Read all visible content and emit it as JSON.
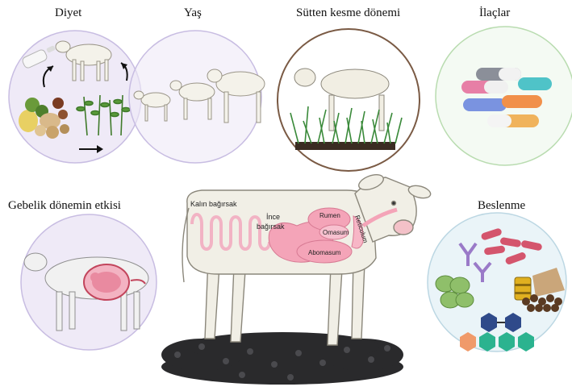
{
  "panels": {
    "diyet": {
      "title": "Diyet"
    },
    "yas": {
      "title": "Yaş"
    },
    "sutten_kesme": {
      "title": "Sütten kesme dönemi"
    },
    "ilaclar": {
      "title": "İlaçlar"
    },
    "gebelik": {
      "title": "Gebelik dönemin etkisi"
    },
    "beslenme": {
      "title": "Beslenme"
    }
  },
  "organs": {
    "kalin_bagirsak": "Kalın bağırsak",
    "ince_line1": "İnce",
    "ince_line2": "bağırsak",
    "rumen": "Rumen",
    "omasum": "Omasum",
    "reticulum": "Reticulum",
    "abomasum": "Abomasum"
  },
  "colors": {
    "circle_purple_fill": "#efeaf7",
    "circle_purple_stroke": "#c8bde2",
    "circle_brown_stroke": "#7a5a44",
    "circle_green_fill": "#f4faf3",
    "circle_green_stroke": "#b9dcb0",
    "circle_blue_fill": "#eaf4f8",
    "circle_blue_stroke": "#bcd7e3",
    "calf_body": "#f1efe6",
    "calf_outline": "#8b877b",
    "organ_pink": "#f4a4b8",
    "intestine_pink": "#f2b3c4",
    "soil": "#2a2a2c"
  },
  "icons": [
    "bottle-icon",
    "arrow-icon",
    "grain-pile-icon",
    "plant-icon",
    "pill-icon",
    "bacteria-icon",
    "barrel-icon",
    "pellet-icon",
    "hexagon-icon",
    "fetus-icon"
  ]
}
